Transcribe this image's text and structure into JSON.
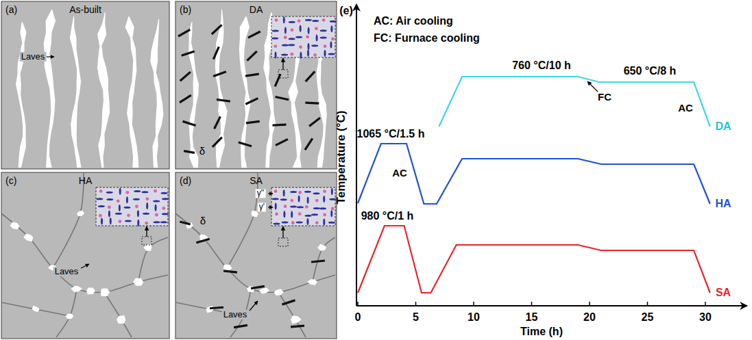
{
  "diagram": {
    "nodes": [
      {
        "text": [
          "(a)",
          "As-built"
        ]
      },
      {
        "text": [
          "(b)",
          "DA"
        ]
      },
      {
        "text": [
          "(c)",
          "HA"
        ]
      },
      {
        "text": [
          "(d)",
          "SA"
        ]
      }
    ],
    "labels": [
      "Laves",
      "δ",
      "Laves",
      "δ",
      "γ''",
      "γ'",
      "Laves",
      "(e)",
      "AC: Air cooling",
      "FC: Furnace cooling",
      "760 °C/10 h",
      "FC",
      "650 °C/8 h",
      "AC",
      "DA",
      "1065 °C/1.5 h",
      "AC",
      "HA",
      "980 °C/1 h",
      "SA",
      "Temperature (°C)",
      "0",
      "5",
      "10",
      "15",
      "20",
      "25",
      "30",
      "Time (h)"
    ]
  }
}
